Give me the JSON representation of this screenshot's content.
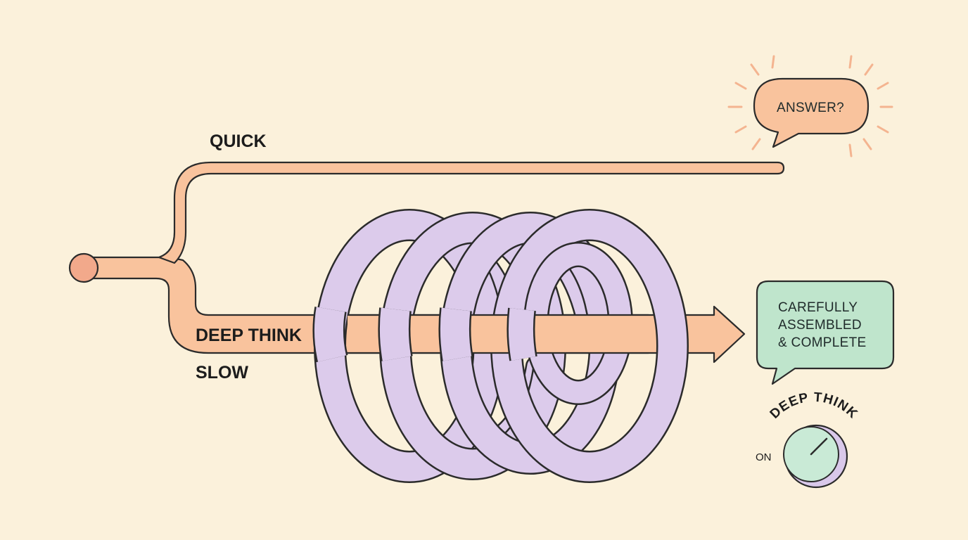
{
  "labels": {
    "quick": "QUICK",
    "deep_think": "DEEP THINK",
    "slow": "SLOW"
  },
  "answer_bubble": {
    "text": "ANSWER?"
  },
  "result_bubble": {
    "lines": [
      "CAREFULLY",
      "ASSEMBLED",
      "& COMPLETE"
    ]
  },
  "knob": {
    "title": "DEEP THINK",
    "state": "ON"
  },
  "colors": {
    "background": "#fbf1db",
    "path_orange": "#f9c39d",
    "start_dot": "#f2a98b",
    "coil_purple": "#dccbeb",
    "bubble_green": "#bfe5cc",
    "outline": "#2b2b2b"
  }
}
